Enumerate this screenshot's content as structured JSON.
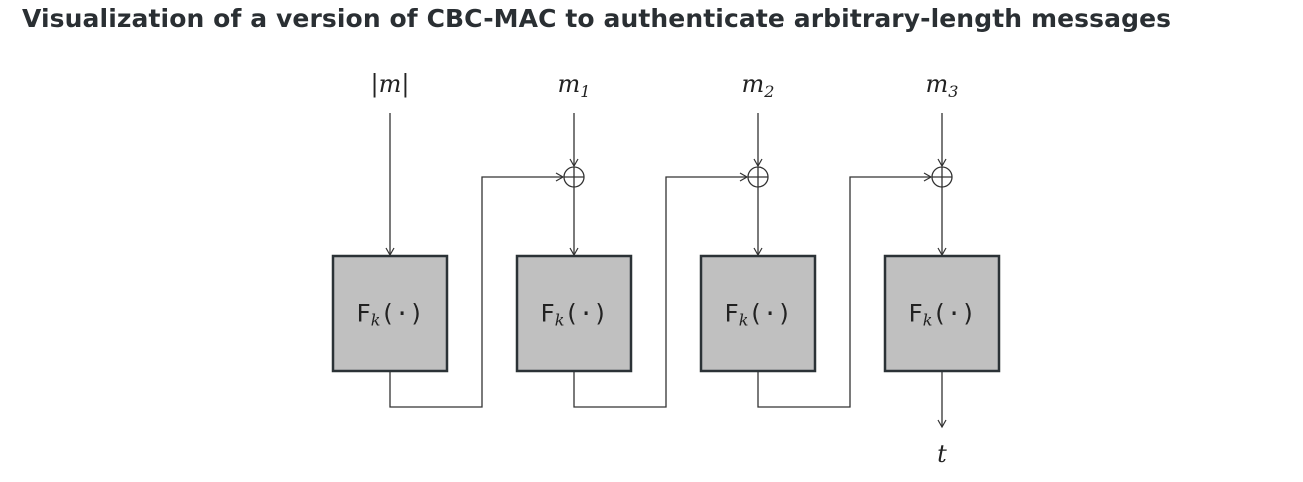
{
  "title": "Visualization of a version of CBC-MAC to authenticate arbitrary-length messages",
  "inputs": [
    {
      "base": "|m|",
      "sub": ""
    },
    {
      "base": "m",
      "sub": "1"
    },
    {
      "base": "m",
      "sub": "2"
    },
    {
      "base": "m",
      "sub": "3"
    }
  ],
  "blocks": [
    {
      "fn": "F",
      "key": "k",
      "arg": "(·)"
    },
    {
      "fn": "F",
      "key": "k",
      "arg": "(·)"
    },
    {
      "fn": "F",
      "key": "k",
      "arg": "(·)"
    },
    {
      "fn": "F",
      "key": "k",
      "arg": "(·)"
    }
  ],
  "output": "t",
  "colors": {
    "block_fill": "#c0c0c0",
    "block_stroke": "#2b3236",
    "line": "#333333"
  }
}
